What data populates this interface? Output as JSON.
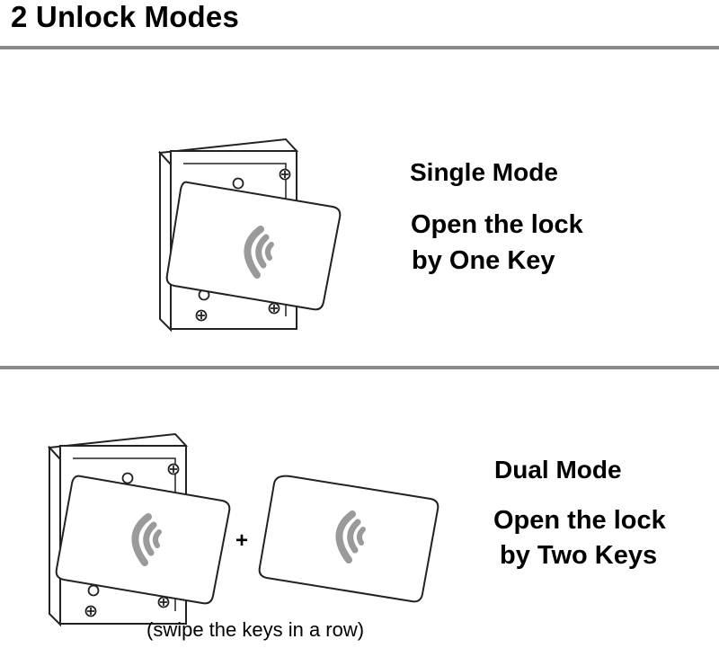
{
  "title": "2 Unlock Modes",
  "single": {
    "name": "Single Mode",
    "line1": "Open the lock",
    "line2": "by One Key"
  },
  "dual": {
    "name": "Dual Mode",
    "line1": "Open the lock",
    "line2": "by Two Keys",
    "plus": "+",
    "note": "(swipe the keys in a row)"
  },
  "icons": [
    "lock-body-icon",
    "card-key-icon",
    "nfc-wave-icon",
    "screw-icon"
  ],
  "colors": {
    "rule": "#8a8a8a",
    "wave": "#9a9a9a",
    "outline": "#222222"
  }
}
